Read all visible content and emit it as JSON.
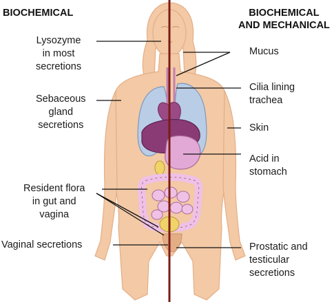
{
  "headers": {
    "left": "BIOCHEMICAL",
    "right": [
      "BIOCHEMICAL",
      "AND MECHANICAL"
    ]
  },
  "labels": {
    "lysozyme": [
      "Lysozyme",
      "in most",
      "secretions"
    ],
    "sebaceous": [
      "Sebaceous",
      "gland",
      "secretions"
    ],
    "resident_flora": [
      "Resident flora",
      "in gut and",
      "vagina"
    ],
    "vaginal": [
      "Vaginal secretions"
    ],
    "mucus": [
      "Mucus"
    ],
    "cilia": [
      "Cilia lining",
      "trachea"
    ],
    "skin": [
      "Skin"
    ],
    "acid": [
      "Acid in",
      "stomach"
    ],
    "prostatic": [
      "Prostatic and",
      "testicular",
      "secretions"
    ]
  },
  "colors": {
    "skin": "#f3c9a6",
    "skin_shadow": "#e3ae86",
    "lung": "#b9cde6",
    "liver": "#8a3a75",
    "stomach": "#e3a9d6",
    "intestine": "#efc1e6",
    "midline": "#7a1c14",
    "leader": "#111111"
  }
}
